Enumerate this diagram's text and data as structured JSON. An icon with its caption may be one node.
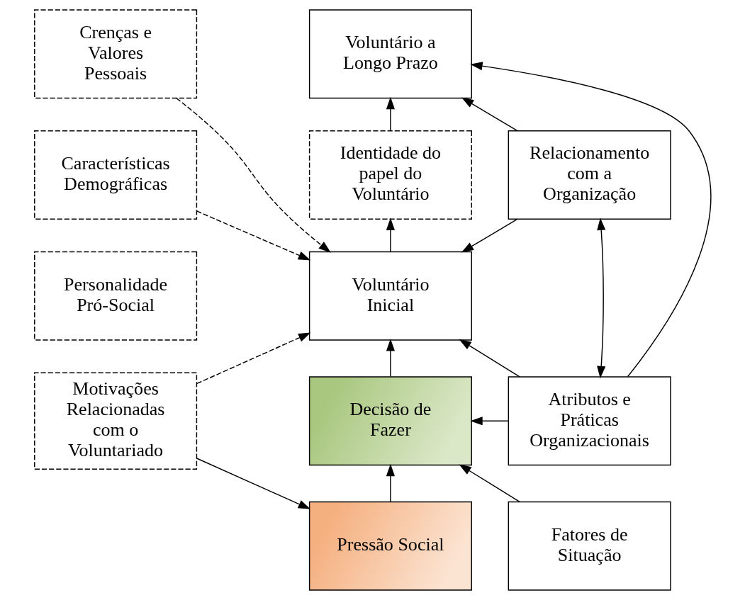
{
  "diagram": {
    "nodes": [
      {
        "text": [
          "Crenças e Valores Pessoais"
        ]
      },
      {
        "text": [
          "Características Demográficas"
        ]
      },
      {
        "text": [
          "Personalidade Pró-Social"
        ]
      },
      {
        "text": [
          "Motivações Relacionadas com o Voluntariado"
        ]
      },
      {
        "text": [
          "Voluntário a Longo Prazo"
        ]
      },
      {
        "text": [
          "Identidade do papel do Voluntário"
        ]
      },
      {
        "text": [
          "Voluntário Inicial"
        ]
      },
      {
        "text": [
          "Decisão de Fazer"
        ]
      },
      {
        "text": [
          "Pressão Social"
        ]
      },
      {
        "text": [
          "Relacionamento com a Organização"
        ]
      },
      {
        "text": [
          "Atributos e Práticas Organizacionais"
        ]
      },
      {
        "text": [
          "Fatores de Situação"
        ]
      }
    ],
    "edges": [
      {
        "from": 0,
        "to": 6,
        "arrow": "to",
        "style": "dashed"
      },
      {
        "from": 1,
        "to": 6,
        "arrow": "to",
        "style": "dashed"
      },
      {
        "from": 3,
        "to": 6,
        "arrow": "to",
        "style": "dashed"
      },
      {
        "from": 3,
        "to": 8,
        "arrow": "to"
      },
      {
        "from": 8,
        "to": 7,
        "arrow": "to"
      },
      {
        "from": 7,
        "to": 6,
        "arrow": "to"
      },
      {
        "from": 6,
        "to": 5,
        "arrow": "to"
      },
      {
        "from": 5,
        "to": 4,
        "arrow": "to"
      },
      {
        "from": 9,
        "to": 4,
        "arrow": "to"
      },
      {
        "from": 9,
        "to": 6,
        "arrow": "to"
      },
      {
        "from": 10,
        "to": 4,
        "arrow": "to"
      },
      {
        "from": 9,
        "to": 10,
        "arrow": "both"
      },
      {
        "from": 10,
        "to": 6,
        "arrow": "to"
      },
      {
        "from": 10,
        "to": 7,
        "arrow": "to"
      },
      {
        "from": 11,
        "to": 7,
        "arrow": "to"
      }
    ]
  }
}
